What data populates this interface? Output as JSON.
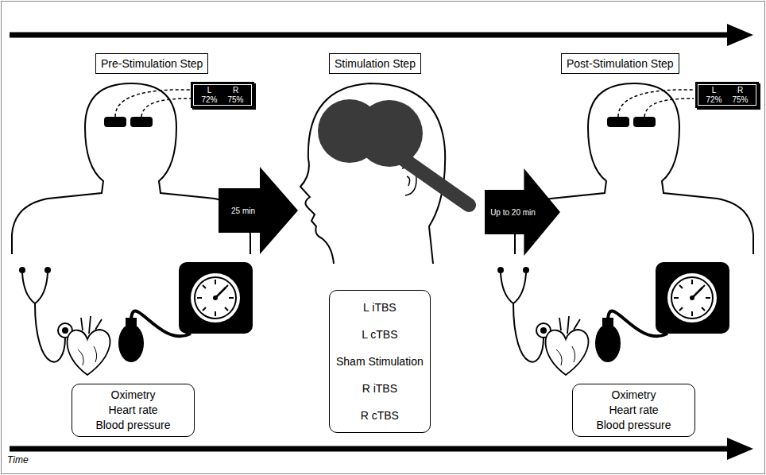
{
  "diagram": {
    "nodes": [
      {
        "text": [
          "Pre-Stimulation Step"
        ]
      },
      {
        "text": [
          "L",
          "R",
          "72%",
          "75%"
        ]
      },
      {
        "text": [
          "Oximetry",
          "Heart rate",
          "Blood pressure"
        ]
      },
      {
        "text": [
          "25 min"
        ]
      },
      {
        "text": [
          "Stimulation Step"
        ]
      },
      {
        "text": [
          "L iTBS",
          "L cTBS",
          "Sham Stimulation",
          "R iTBS",
          "R cTBS"
        ]
      },
      {
        "text": [
          "Up to 20 min"
        ]
      },
      {
        "text": [
          "Post-Stimulation Step"
        ]
      },
      {
        "text": [
          "L",
          "R",
          "72%",
          "75%"
        ]
      },
      {
        "text": [
          "Oximetry",
          "Heart rate",
          "Blood pressure"
        ]
      }
    ],
    "labels": [
      "Time"
    ]
  }
}
